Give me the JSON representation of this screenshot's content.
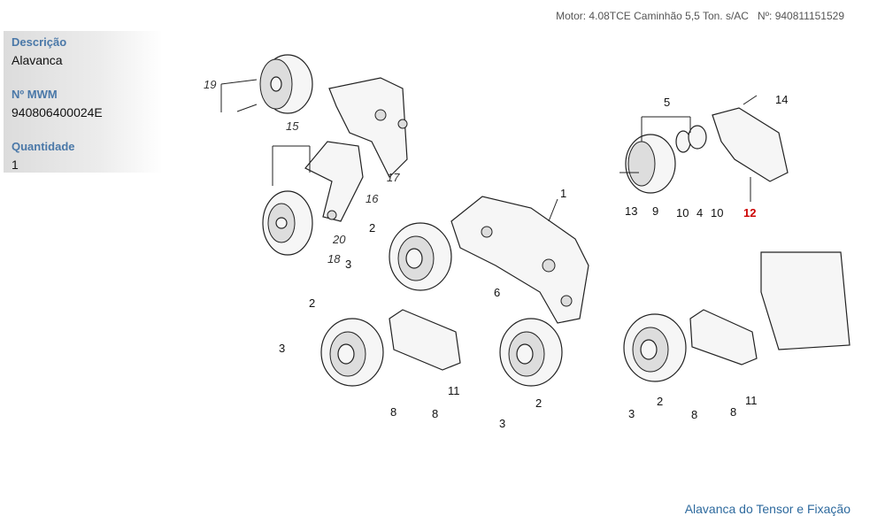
{
  "header": {
    "motor": "Motor: 4.08TCE Caminhão 5,5 Ton. s/AC   Nº: 940811151529"
  },
  "info": {
    "descricao_label": "Descrição",
    "descricao": "Alavanca",
    "mwm_label": "Nº MWM",
    "mwm": "940806400024E",
    "quantidade_label": "Quantidade",
    "quantidade": "1"
  },
  "callouts": [
    "19",
    "15",
    "17",
    "16",
    "20",
    "18",
    "2",
    "3",
    "6",
    "1",
    "5",
    "14",
    "13",
    "9",
    "10",
    "4",
    "10",
    "12",
    "2",
    "3",
    "8",
    "8",
    "11",
    "3",
    "2",
    "3",
    "2",
    "8",
    "8",
    "11"
  ],
  "highlight_color": "#cc0000",
  "footer": {
    "link": "Alavanca do Tensor e Fixação"
  }
}
